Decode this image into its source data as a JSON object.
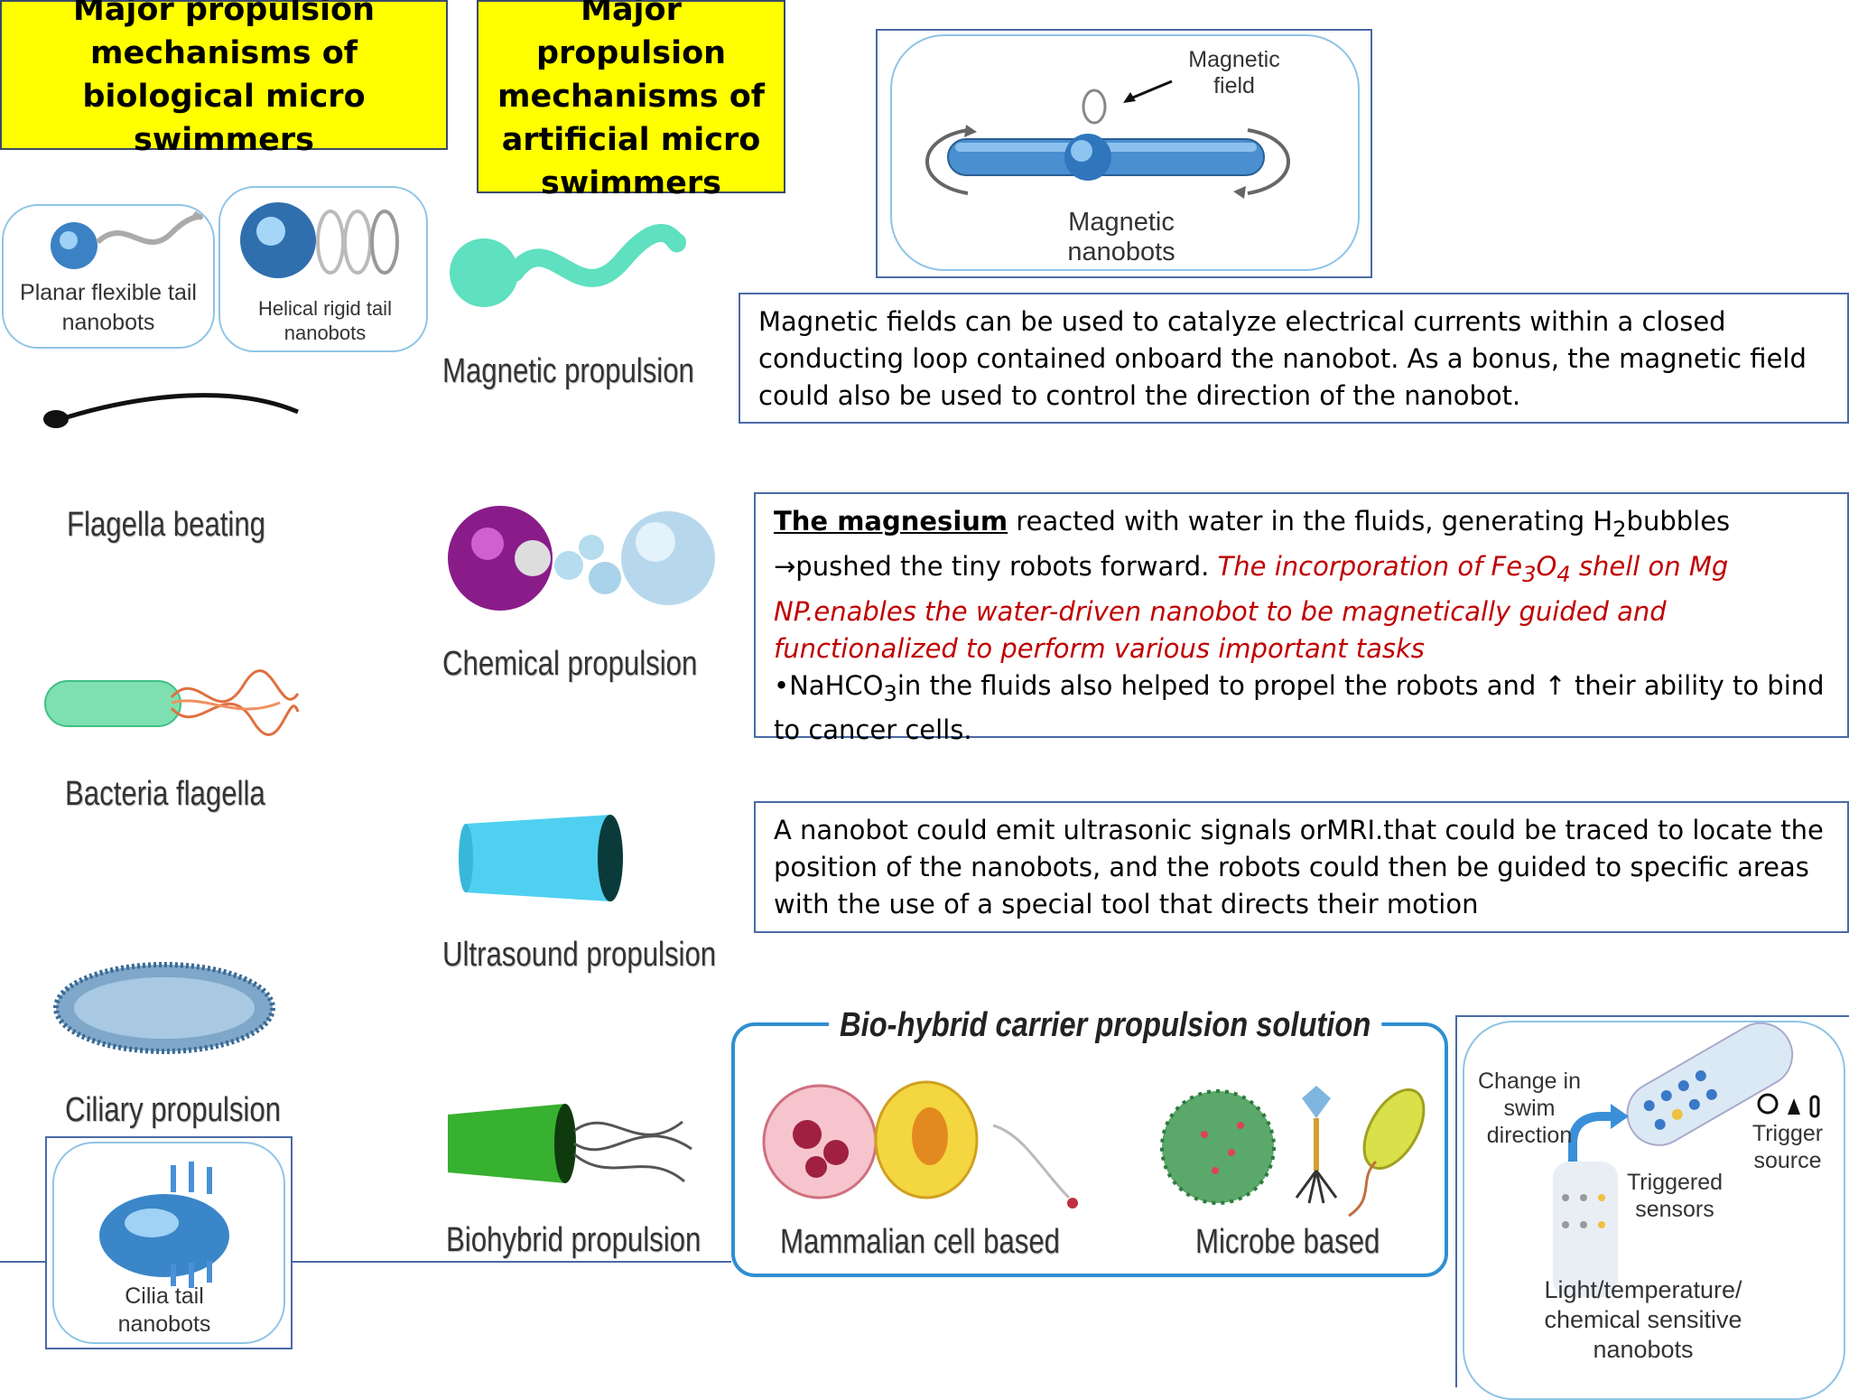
{
  "headers": {
    "biological": "Major propulsion mechanisms of biological micro swimmers",
    "artificial": "Major propulsion mechanisms of artificial micro swimmers"
  },
  "biological_labels": {
    "planar": "Planar flexible tail nanobots",
    "helical": "Helical rigid tail nanobots",
    "flagella": "Flagella beating",
    "bacteria": "Bacteria flagella",
    "ciliary": "Ciliary propulsion",
    "cilia_tail": "Cilia tail nanobots"
  },
  "artificial_labels": {
    "magnetic": "Magnetic propulsion",
    "chemical": "Chemical propulsion",
    "ultrasound": "Ultrasound propulsion",
    "biohybrid": "Biohybrid propulsion"
  },
  "magnetic_diagram": {
    "field": "Magnetic field",
    "nanobots": "Magnetic nanobots"
  },
  "texts": {
    "magnetic": "Magnetic fields can be used to catalyze electrical currents within a closed conducting loop contained onboard the nanobot. As a bonus, the magnetic field could also be used to control the direction of the nanobot.",
    "chem_bold": "The magnesium",
    "chem_p1": " reacted with water in the fluids, generating H",
    "chem_sub2": "2",
    "chem_p2": "bubbles →pushed the tiny robots forward. ",
    "chem_red1": "The incorporation of Fe",
    "chem_red_sub3": "3",
    "chem_red_o": "O",
    "chem_red_sub4": "4",
    "chem_red2": " shell on Mg NP.enables the water-driven nanobot to be magnetically guided and functionalized to perform various important tasks",
    "chem_bullet1": "•NaHCO",
    "chem_bullet_sub": "3",
    "chem_bullet2": "in the fluids also helped to propel the robots and ↑ their ability to bind to cancer cells.",
    "ultrasound": "A nanobot could emit ultrasonic signals orMRI.that could be traced to locate the position of the nanobots, and the robots could then be guided to specific areas with the use of a special tool that directs their motion"
  },
  "biohybrid_panel": {
    "title": "Bio-hybrid carrier propulsion solution",
    "mammalian": "Mammalian cell based",
    "microbe": "Microbe based"
  },
  "sensitive_panel": {
    "change": "Change in swim direction",
    "trigger": "Trigger source",
    "sensors": "Triggered sensors",
    "bottom": "Light/temperature/ chemical sensitive nanobots"
  },
  "colors": {
    "yellow": "#ffff00",
    "box_border": "#4a6aa6",
    "red_text": "#c00000",
    "panel_border": "#8fc4e6"
  }
}
